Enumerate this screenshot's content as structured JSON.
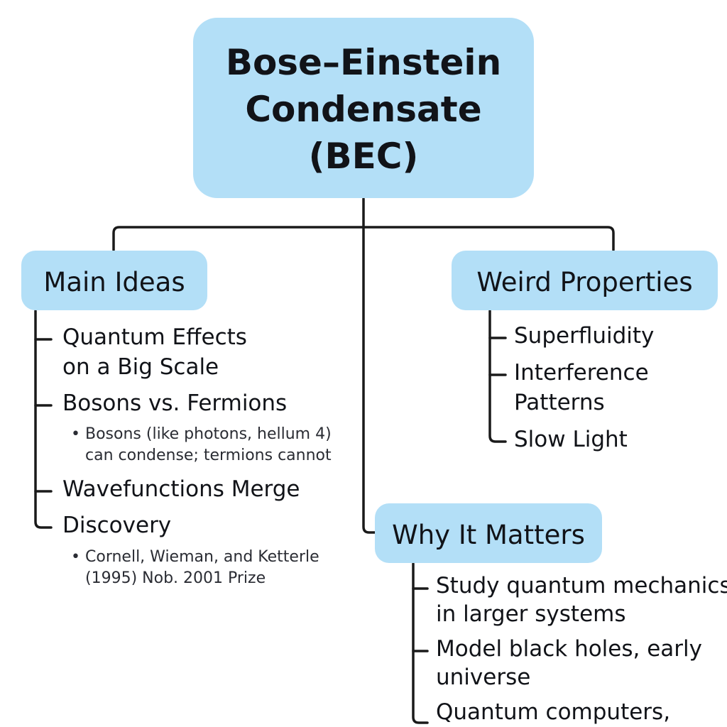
{
  "root": {
    "line1": "Bose–Einstein",
    "line2": "Condensate",
    "line3": "(BEC)"
  },
  "main_ideas": {
    "title": "Main Ideas",
    "items": [
      {
        "line1": "Quantum Effects",
        "line2": "on a Big Scale"
      },
      {
        "line1": "Bosons vs. Fermions"
      },
      {
        "line1": "Wavefunctions Merge"
      },
      {
        "line1": "Discovery"
      }
    ],
    "bosons_note": {
      "bullet": "•",
      "line1": "Bosons (like photons, hellum 4)",
      "line2": "can condense; termions cannot"
    },
    "discovery_note": {
      "bullet": "•",
      "line1": "Cornell,  Wieman, and Ketterle",
      "line2": "(1995) Nob. 2001 Prize"
    }
  },
  "weird_properties": {
    "title": "Weird Properties",
    "items": [
      {
        "line1": "Superfluidity"
      },
      {
        "line1": "Interference",
        "line2": "Patterns"
      },
      {
        "line1": "Slow Light"
      }
    ]
  },
  "why_it_matters": {
    "title": "Why It Matters",
    "items": [
      {
        "line1": "Study quantum mechanics",
        "line2": "in larger systems"
      },
      {
        "line1": "Model black holes, early",
        "line2": "universe"
      },
      {
        "line1": "Quantum computers,"
      }
    ]
  },
  "colors": {
    "node_fill": "#b3dff7",
    "line": "#1a1a1a",
    "text": "#111318"
  }
}
